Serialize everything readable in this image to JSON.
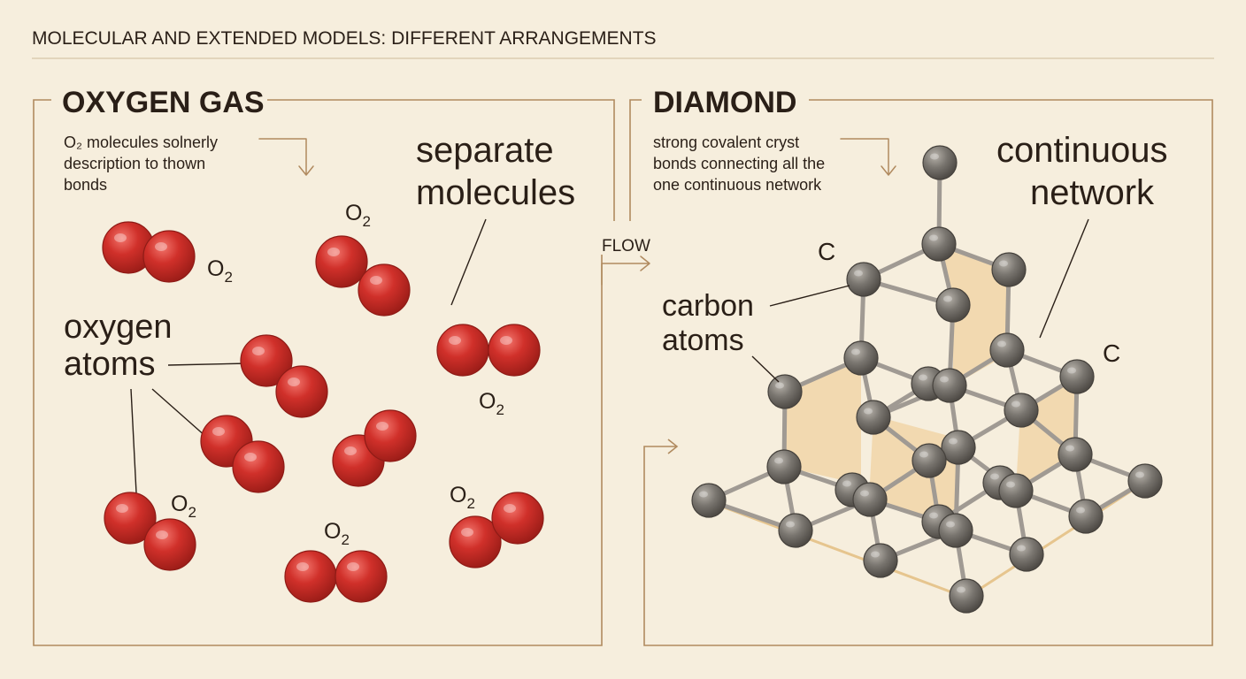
{
  "header": {
    "title": "MOLECULAR AND EXTENDED MODELS: DIFFERENT ARRANGEMENTS"
  },
  "left_panel": {
    "title": "OXYGEN GAS",
    "description": [
      "O₂ molecules solnerly",
      "description to thown",
      "bonds"
    ],
    "callout_separate": [
      "separate",
      "molecules"
    ],
    "callout_atoms": [
      "oxygen",
      "atoms"
    ],
    "molecule_label": "O",
    "molecule_subscript": "2"
  },
  "flow_label": "FLOW",
  "right_panel": {
    "title": "DIAMOND",
    "description": [
      "strong covalent cryst",
      "bonds connecting all the",
      "one continuous network"
    ],
    "callout_network": [
      "continuous",
      "network"
    ],
    "callout_atoms": [
      "carbon",
      "atoms"
    ],
    "atom_label_top": "C",
    "atom_label_right": "C"
  },
  "colors": {
    "background": "#f6eedd",
    "frame": "#b08a5f",
    "oxygen": "#d0302a",
    "carbon": "#7a7670",
    "lattice": "#efc98a"
  }
}
